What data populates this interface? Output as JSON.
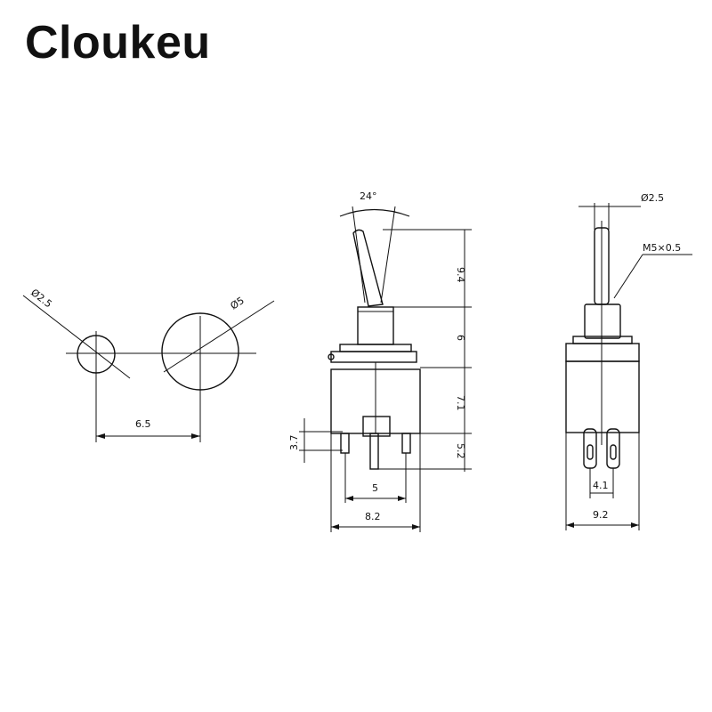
{
  "brand": {
    "name": "Cloukeu"
  },
  "colors": {
    "ink": "#111111",
    "background": "#ffffff"
  },
  "panel_hole": {
    "small_hole_label": "Ø2.5",
    "large_hole_label": "Ø5",
    "spacing_label": "6.5"
  },
  "side_view": {
    "angle_label": "24°",
    "lever_height_label": "9.4",
    "bushing_height_label": "6",
    "body_height_label": "7.1",
    "pin_length_label": "5.2",
    "pin_offset_label": "3.7",
    "pin_spacing_label": "5",
    "body_width_label": "8.2"
  },
  "front_view": {
    "lever_diameter_label": "Ø2.5",
    "thread_label": "M5×0.5",
    "pin_spacing_label": "4.1",
    "body_width_label": "9.2"
  }
}
